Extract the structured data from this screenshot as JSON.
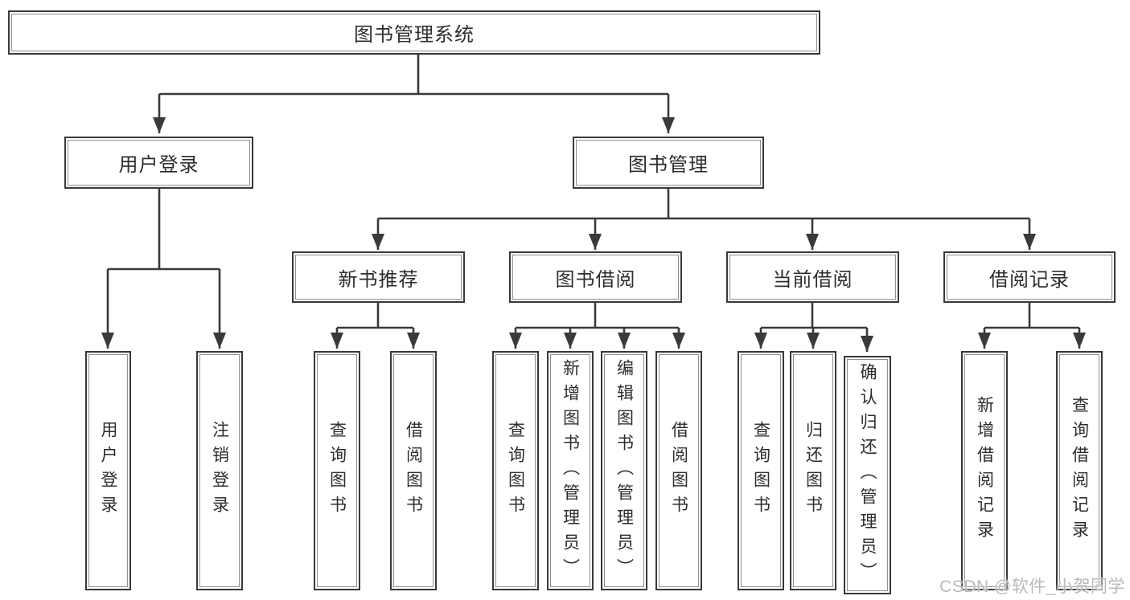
{
  "colors": {
    "line": "#3a3a3a",
    "box_border": "#383838",
    "text": "#2d2d2d",
    "watermark_text": "#b9b9b9",
    "background": "#ffffff"
  },
  "watermark": {
    "text": "CSDN @软件_小贺同学"
  },
  "tree": {
    "root": {
      "label": "图书管理系统"
    },
    "branches": [
      {
        "label": "用户登录",
        "children": [
          {
            "label": "用户登录"
          },
          {
            "label": "注销登录"
          }
        ]
      },
      {
        "label": "图书管理",
        "children": [
          {
            "label": "新书推荐",
            "children": [
              {
                "label": "查询图书"
              },
              {
                "label": "借阅图书"
              }
            ]
          },
          {
            "label": "图书借阅",
            "children": [
              {
                "label": "查询图书"
              },
              {
                "label": "新增图书（管理员）"
              },
              {
                "label": "编辑图书（管理员）"
              },
              {
                "label": "借阅图书"
              }
            ]
          },
          {
            "label": "当前借阅",
            "children": [
              {
                "label": "查询图书"
              },
              {
                "label": "归还图书"
              },
              {
                "label": "确认归还（管理员）"
              }
            ]
          },
          {
            "label": "借阅记录",
            "children": [
              {
                "label": "新增借阅记录"
              },
              {
                "label": "查询借阅记录"
              }
            ]
          }
        ]
      }
    ]
  }
}
